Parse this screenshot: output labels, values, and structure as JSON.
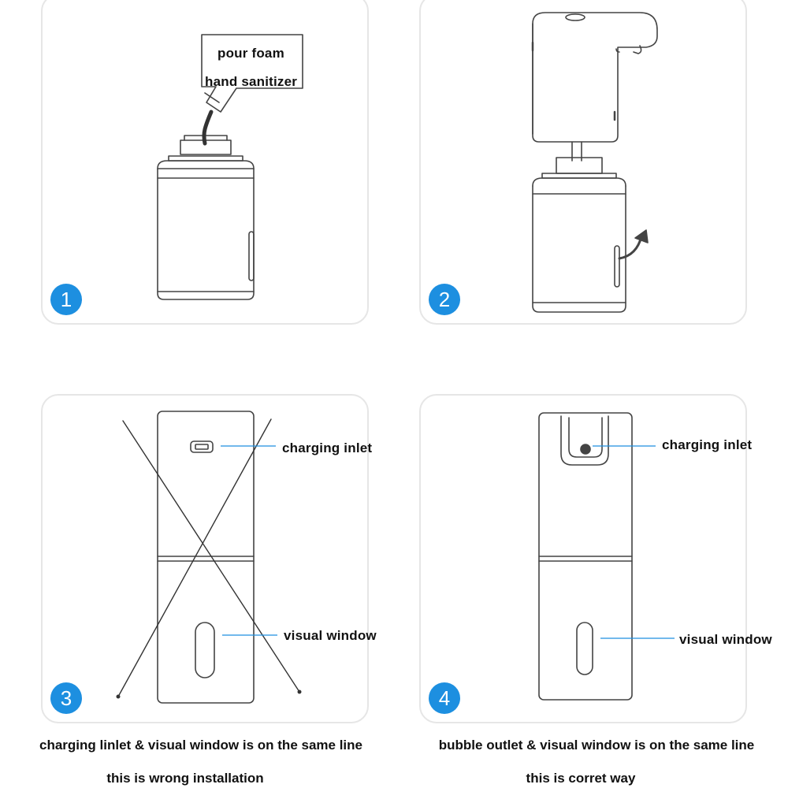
{
  "panels": [
    {
      "number": "1",
      "labels": {
        "pour_line1": "pour foam",
        "pour_line2": "hand sanitizer"
      }
    },
    {
      "number": "2"
    },
    {
      "number": "3",
      "labels": {
        "charging": "charging inlet",
        "window": "visual window"
      }
    },
    {
      "number": "4",
      "labels": {
        "charging": "charging inlet",
        "window": "visual window"
      }
    }
  ],
  "captions": {
    "left_line1": "charging linlet & visual window is on the same line",
    "left_line2": "this is wrong installation",
    "right_line1": "bubble outlet & visual window is on the same line",
    "right_line2": "this is corret way"
  },
  "colors": {
    "badge": "#1d8fe0",
    "stroke": "#444444",
    "callout_line": "#1d8fe0",
    "panel_border": "#e6e6e6"
  }
}
